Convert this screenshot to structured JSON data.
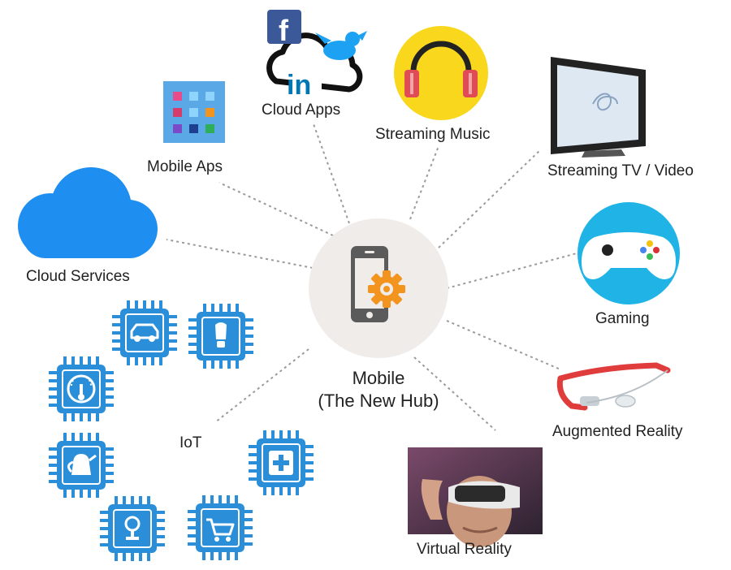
{
  "hub": {
    "title": "Mobile",
    "subtitle": "(The New Hub)",
    "icon": "smartphone-gear-icon",
    "fill_color": "#f0ecea",
    "phone_color": "#5b5b5b",
    "gear_color": "#f3941e"
  },
  "nodes": {
    "cloud_apps": {
      "label": "Cloud Apps",
      "icon": "cloud-social-icon"
    },
    "mobile_aps": {
      "label": "Mobile Aps",
      "icon": "app-grid-icon"
    },
    "streaming_music": {
      "label": "Streaming Music",
      "icon": "headphones-icon"
    },
    "streaming_tv": {
      "label": "Streaming TV / Video",
      "icon": "television-icon"
    },
    "cloud_services": {
      "label": "Cloud Services",
      "icon": "cloud-icon"
    },
    "gaming": {
      "label": "Gaming",
      "icon": "gamepad-icon"
    },
    "augmented_reality": {
      "label": "Augmented Reality",
      "icon": "smart-glasses-icon"
    },
    "virtual_reality": {
      "label": "Virtual Reality",
      "icon": "vr-headset-photo"
    },
    "iot": {
      "label": "IoT",
      "devices": [
        "car-chip-icon",
        "bulb-chip-icon",
        "thermometer-chip-icon",
        "kettle-chip-icon",
        "medical-chip-icon",
        "lock-chip-icon",
        "cart-chip-icon"
      ]
    }
  },
  "colors": {
    "connector": "#9a9a9a",
    "iot_chip": "#2a8fd8",
    "cloud": "#1f8ef1",
    "music_circle": "#f9d71c",
    "gaming_circle": "#1fb3e6",
    "facebook": "#3b5998",
    "twitter": "#1da1f2",
    "linkedin": "#0077b5",
    "app_tile": "#5aa9e6",
    "glasses": "#e03c3c"
  }
}
